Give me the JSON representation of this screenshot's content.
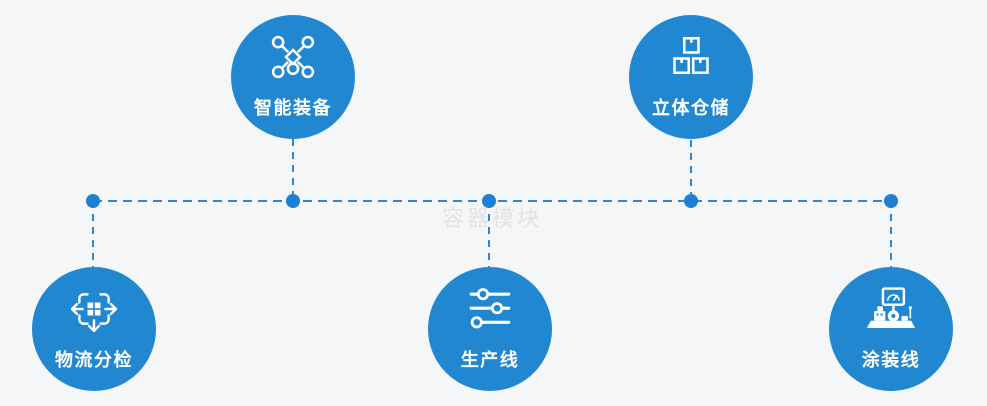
{
  "page": {
    "watermark": "容器模块",
    "background": "#f5f6f7"
  },
  "palette": {
    "node_blue": "#2287d1",
    "connector_blue": "#2e86d5",
    "junction_dot_blue": "#1e80d2",
    "icon_white": "#ffffff",
    "watermark_gray": "#e3e3e3"
  },
  "diagram": {
    "nodes": [
      {
        "id": "smart-equipment",
        "label": "智能装备",
        "icon": "network-nodes-icon",
        "row": "top"
      },
      {
        "id": "stereo-warehouse",
        "label": "立体仓储",
        "icon": "stacked-boxes-icon",
        "row": "top"
      },
      {
        "id": "logistics-sorting",
        "label": "物流分检",
        "icon": "move-sort-icon",
        "row": "bottom"
      },
      {
        "id": "production-line",
        "label": "生产线",
        "icon": "sliders-icon",
        "row": "bottom"
      },
      {
        "id": "coating-line",
        "label": "涂装线",
        "icon": "machine-console-icon",
        "row": "bottom"
      }
    ],
    "connector": {
      "style": "dashed",
      "junction_count": 5
    }
  }
}
